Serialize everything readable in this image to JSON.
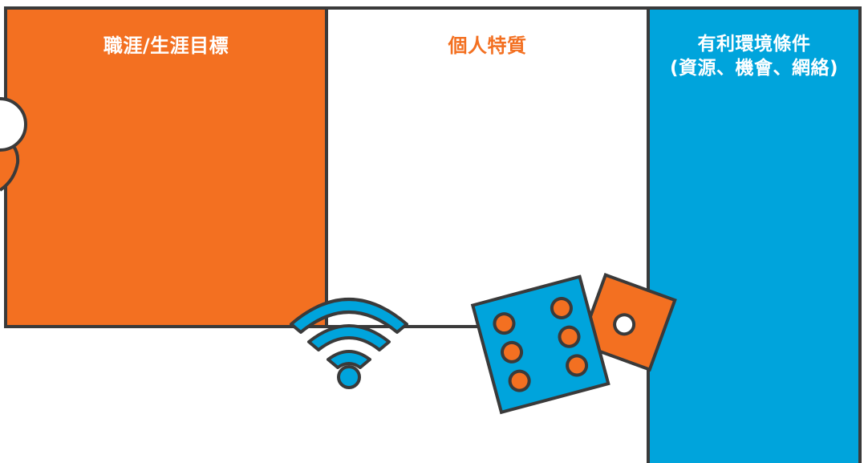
{
  "panels": {
    "goals": {
      "title": "職涯/生涯目標"
    },
    "traits": {
      "title": "個人特質"
    },
    "environment": {
      "title_line1": "有利環境條件",
      "title_line2": "(資源、機會、網絡)"
    }
  },
  "decorations": {
    "left_edge": "partial-circle-icon",
    "signal": "wifi-icon",
    "dice_large": "dice-six-icon",
    "dice_small": "dice-one-icon"
  },
  "colors": {
    "orange": "#f37021",
    "blue": "#00a4dc",
    "outline": "#3a3a3a",
    "white": "#ffffff"
  }
}
